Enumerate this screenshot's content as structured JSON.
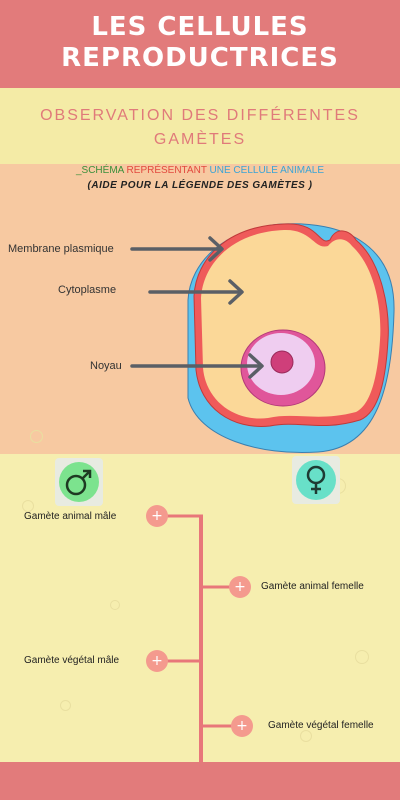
{
  "title": "LES CELLULES REPRODUCTRICES",
  "subtitle": "OBSERVATION DES DIFFÉRENTES GAMÈTES",
  "schema": {
    "part1": "_SCHÉMA",
    "part2": "REPRÉSENTANT",
    "part3": "UNE CELLULE ANIMALE",
    "aide": "(AIDE POUR LA LÉGENDE DES GAMÈTES )"
  },
  "cell_labels": {
    "membrane": "Membrane plasmique",
    "cytoplasme": "Cytoplasme",
    "noyau": "Noyau"
  },
  "symbols": {
    "male": "♂",
    "female": "♀",
    "plus": "+"
  },
  "gametes": {
    "animal_male": "Gamète animal mâle",
    "animal_femelle": "Gamète animal femelle",
    "vegetal_male": "Gamète végétal mâle",
    "vegetal_femelle": "Gamète végétal femelle"
  },
  "colors": {
    "header": "#e27b7b",
    "yellow": "#f6eeaf",
    "peach": "#f7c9a1",
    "male_icon": "#7ce38e",
    "female_icon": "#68e0c8"
  },
  "icons": [
    "male-symbol-icon",
    "female-symbol-icon",
    "plus-icon",
    "arrow-icon"
  ]
}
